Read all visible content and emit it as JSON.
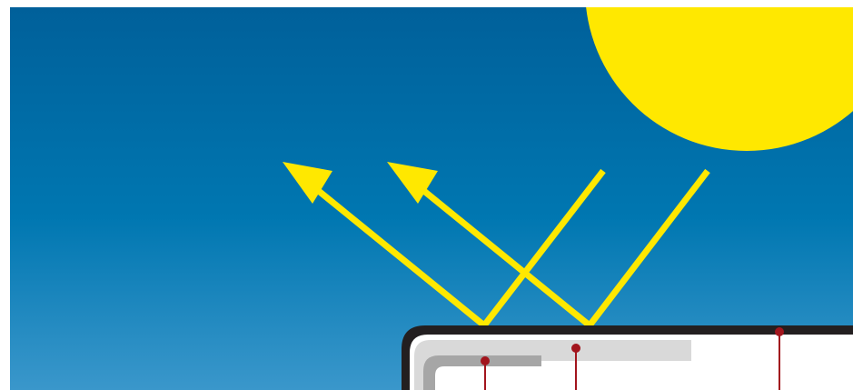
{
  "colors": {
    "sky_top": "#00609a",
    "sky_mid": "#0077b1",
    "sky_bottom": "#3a97cb",
    "sun": "#ffe800",
    "light_ray": "#ffe800",
    "outer_frame": "#231f20",
    "inner_panel": "#ffffff",
    "coating_layer": "#d9d9d9",
    "inner_frame": "#a6a6a6",
    "label_pointer": "#a2151d"
  },
  "diagram": {
    "sun_icon": "sun-icon",
    "incoming_rays": 2,
    "reflected_rays": 2,
    "label_pointers": 3
  }
}
